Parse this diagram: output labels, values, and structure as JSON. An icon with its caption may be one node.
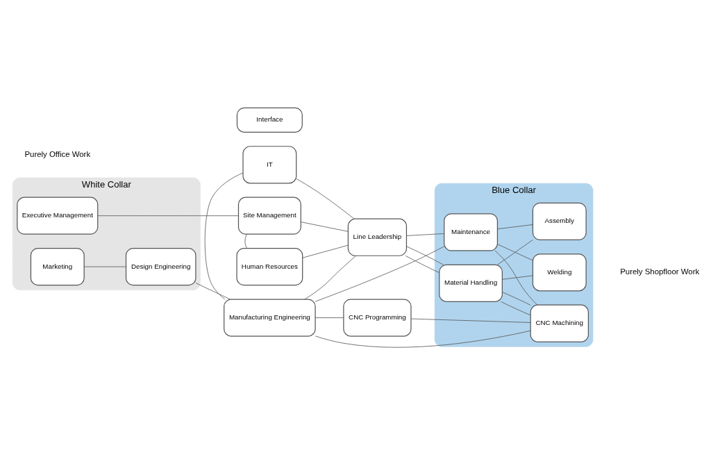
{
  "diagram": {
    "nodes": [
      {
        "text": [
          "White Collar"
        ]
      },
      {
        "text": [
          "Interface"
        ]
      },
      {
        "text": [
          "Blue Collar"
        ]
      },
      {
        "text": [
          "Executive Management"
        ],
        "in": 0
      },
      {
        "text": [
          "Site Management"
        ]
      },
      {
        "text": [
          "Human Resources"
        ]
      },
      {
        "text": [
          "Marketing"
        ],
        "in": 0
      },
      {
        "text": [
          "Design Engineering"
        ],
        "in": 0
      },
      {
        "text": [
          "Manufacturing Engineering"
        ]
      },
      {
        "text": [
          "IT"
        ]
      },
      {
        "text": [
          "Line Leadership"
        ]
      },
      {
        "text": [
          "CNC Programming"
        ]
      },
      {
        "text": [
          "Welding"
        ],
        "in": 2
      },
      {
        "text": [
          "Maintenance"
        ],
        "in": 2
      },
      {
        "text": [
          "Assembly"
        ],
        "in": 2
      },
      {
        "text": [
          "Material Handling"
        ],
        "in": 2
      },
      {
        "text": [
          "CNC Machining"
        ],
        "in": 2
      }
    ],
    "edges": [
      {
        "from": 3,
        "to": 4,
        "arrow": "none"
      },
      {
        "from": 4,
        "to": 5,
        "arrow": "none"
      },
      {
        "from": 4,
        "to": 10,
        "arrow": "none"
      },
      {
        "from": 5,
        "to": 10,
        "arrow": "none"
      },
      {
        "from": 6,
        "to": 7,
        "arrow": "none"
      },
      {
        "from": 7,
        "to": 8,
        "arrow": "none"
      },
      {
        "from": 8,
        "to": 9,
        "arrow": "none"
      },
      {
        "from": 8,
        "to": 10,
        "arrow": "none"
      },
      {
        "from": 8,
        "to": 13,
        "arrow": "none"
      },
      {
        "from": 8,
        "to": 11,
        "arrow": "none"
      },
      {
        "from": 8,
        "to": 16,
        "arrow": "none"
      },
      {
        "from": 9,
        "to": 10,
        "arrow": "none"
      },
      {
        "from": 10,
        "to": 13,
        "arrow": "none"
      },
      {
        "from": 10,
        "to": 15,
        "arrow": "none"
      },
      {
        "from": 10,
        "to": 15,
        "arrow": "none"
      },
      {
        "from": 13,
        "to": 12,
        "arrow": "none"
      },
      {
        "from": 13,
        "to": 14,
        "arrow": "none"
      },
      {
        "from": 13,
        "to": 16,
        "arrow": "none"
      },
      {
        "from": 15,
        "to": 12,
        "arrow": "none"
      },
      {
        "from": 15,
        "to": 14,
        "arrow": "none"
      },
      {
        "from": 15,
        "to": 16,
        "arrow": "none"
      },
      {
        "from": 15,
        "to": 16,
        "arrow": "none"
      },
      {
        "from": 11,
        "to": 16,
        "arrow": "none"
      }
    ],
    "labels": [
      "Purely Office Work",
      "Purely Shopfloor Work"
    ]
  }
}
